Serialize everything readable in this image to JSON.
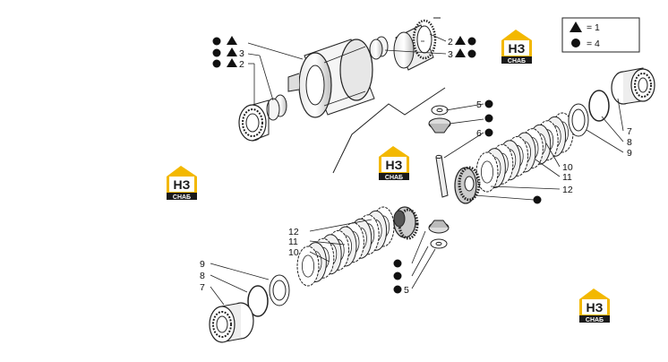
{
  "legend": {
    "triangle_eq": "= 1",
    "circle_eq": "= 4"
  },
  "watermark": {
    "letters": "НЗ",
    "word": "СНАБ",
    "colors": {
      "yellow": "#f3b800",
      "dark": "#1a1a1a"
    }
  },
  "callouts": {
    "top_left_3": "3",
    "top_left_2": "2",
    "top_right_2": "2",
    "top_right_3": "3",
    "c5_top": "5",
    "c6": "6",
    "c10_right": "10",
    "c11_right": "11",
    "c12_right": "12",
    "c7_right": "7",
    "c8_right": "8",
    "c9_right": "9",
    "c12_left": "12",
    "c11_left": "11",
    "c10_left": "10",
    "c9_left": "9",
    "c8_left": "8",
    "c7_left": "7",
    "c5_bottom": "5"
  },
  "colors": {
    "line": "#222222",
    "part_fill": "#f4f4f4",
    "shade": "#bdbdbd"
  }
}
